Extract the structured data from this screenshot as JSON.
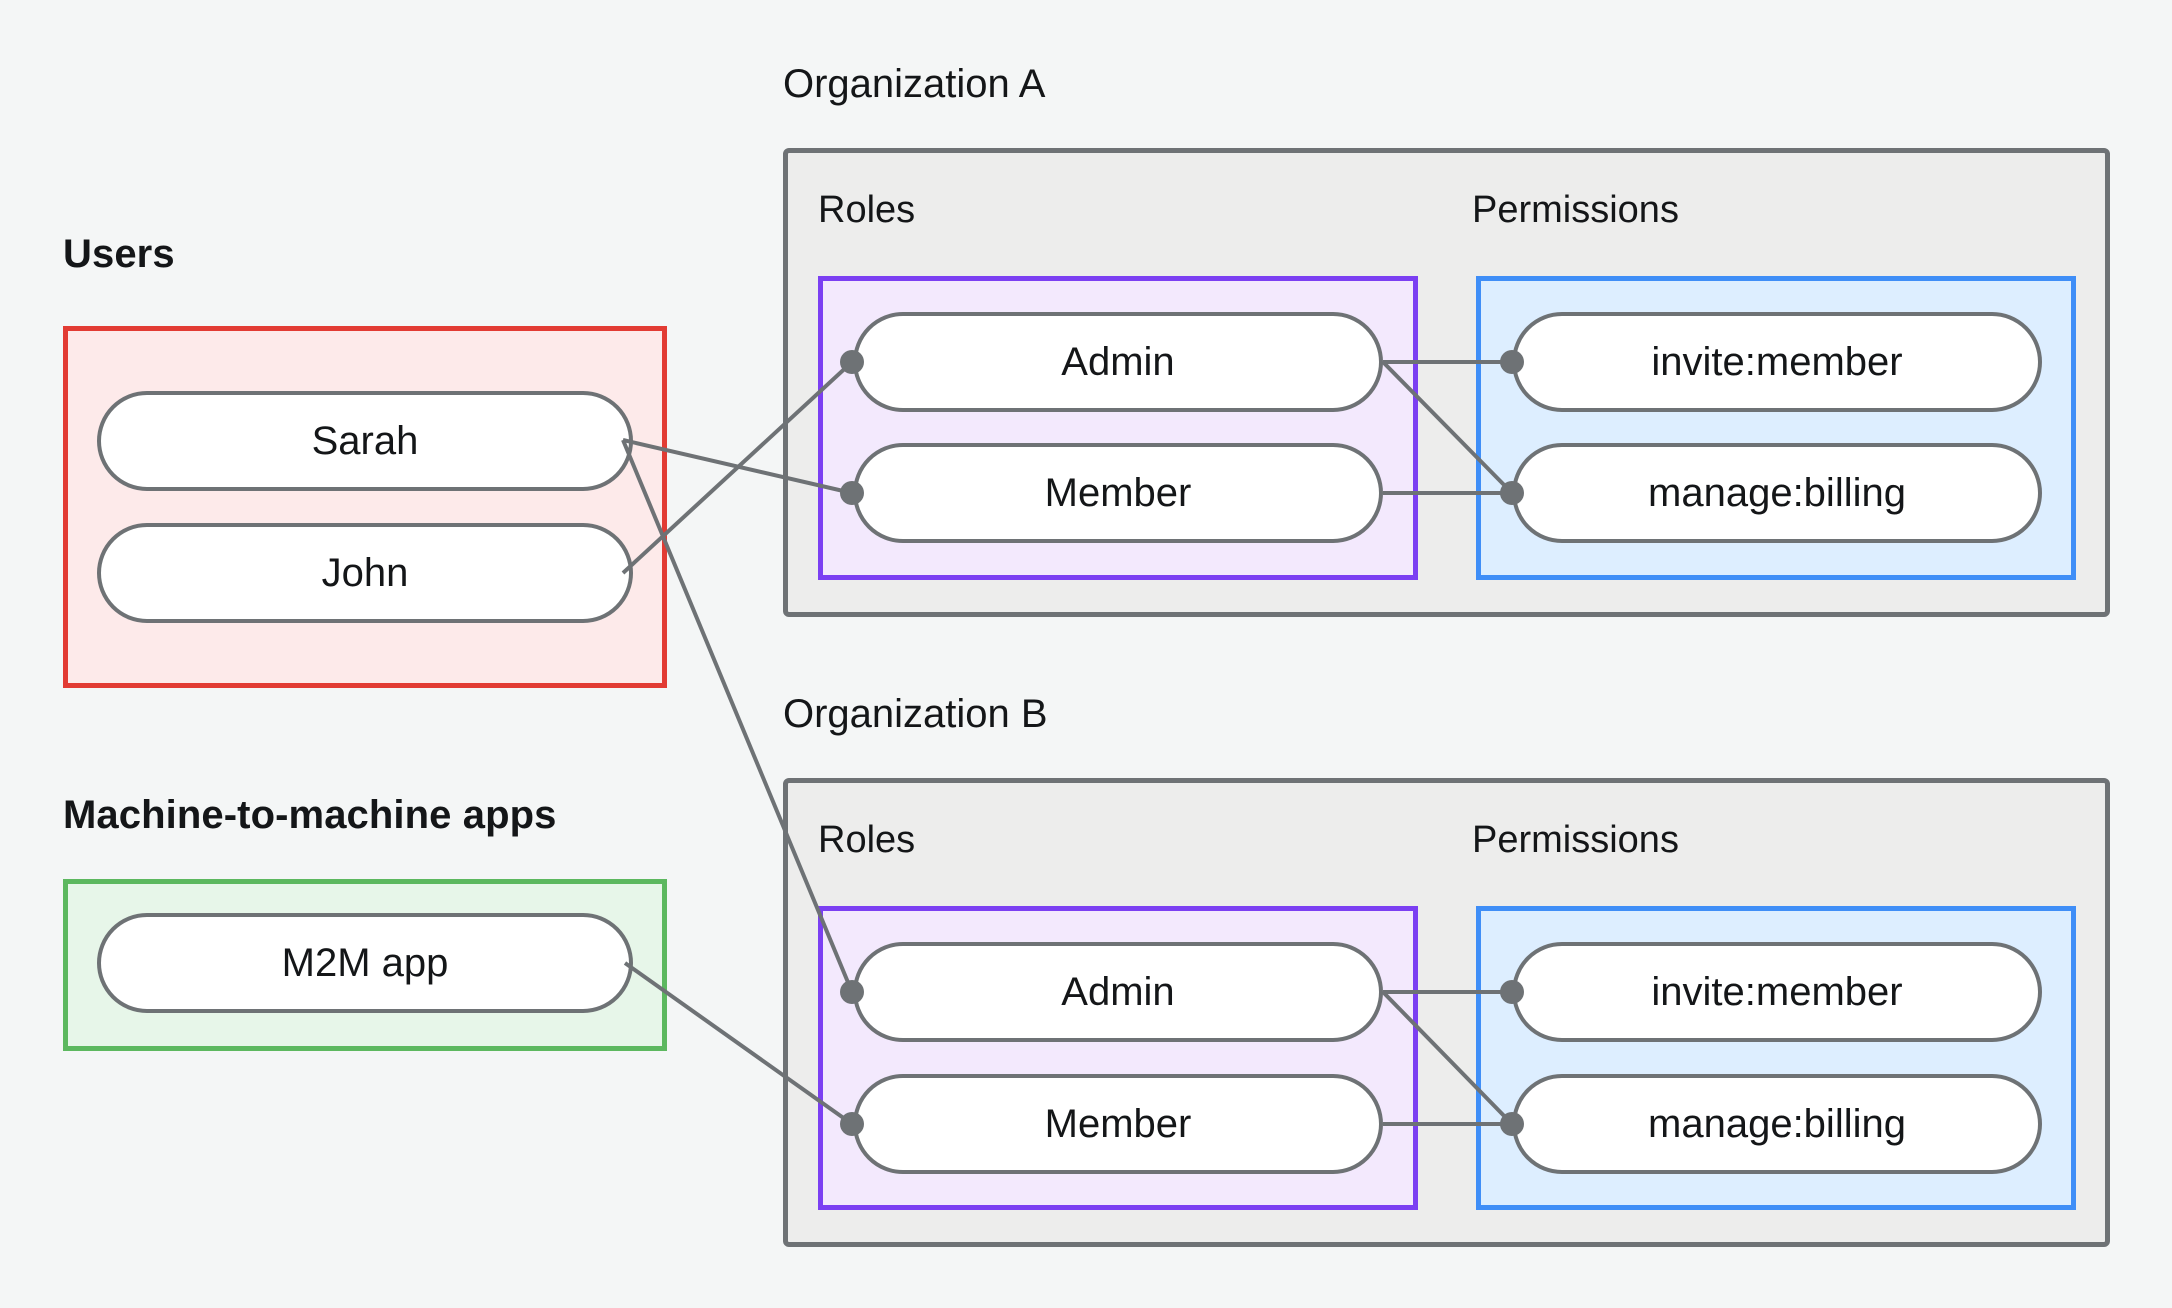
{
  "diagram": {
    "title_users": "Users",
    "title_m2m": "Machine-to-machine apps",
    "label_org_a": "Organization A",
    "label_org_b": "Organization B",
    "label_roles": "Roles",
    "label_permissions": "Permissions",
    "colors": {
      "background": "#f4f6f6",
      "users_border": "#e23b33",
      "users_fill": "#fdeaea",
      "m2m_border": "#5cb85f",
      "m2m_fill": "#e7f6e9",
      "org_border": "#6e7275",
      "org_fill": "#ededec",
      "roles_border": "#7b3ff2",
      "roles_fill": "#f3e9fd",
      "perms_border": "#3f8ef7",
      "perms_fill": "#ddeeff",
      "node_border": "#6e7275",
      "node_fill": "#ffffff",
      "edge": "#6e7275",
      "text": "#141618"
    },
    "nodes": {
      "user_sarah": "Sarah",
      "user_john": "John",
      "m2m_app": "M2M app",
      "org_a_role_admin": "Admin",
      "org_a_role_member": "Member",
      "org_a_perm_invite": "invite:member",
      "org_a_perm_billing": "manage:billing",
      "org_b_role_admin": "Admin",
      "org_b_role_member": "Member",
      "org_b_perm_invite": "invite:member",
      "org_b_perm_billing": "manage:billing"
    },
    "edges": [
      {
        "from": "Sarah",
        "to": "Organization A / Member"
      },
      {
        "from": "Sarah",
        "to": "Organization B / Admin"
      },
      {
        "from": "John",
        "to": "Organization A / Admin"
      },
      {
        "from": "M2M app",
        "to": "Organization B / Member"
      },
      {
        "from": "Organization A / Admin",
        "to": "Organization A / invite:member"
      },
      {
        "from": "Organization A / Admin",
        "to": "Organization A / manage:billing"
      },
      {
        "from": "Organization A / Member",
        "to": "Organization A / manage:billing"
      },
      {
        "from": "Organization B / Admin",
        "to": "Organization B / invite:member"
      },
      {
        "from": "Organization B / Admin",
        "to": "Organization B / manage:billing"
      },
      {
        "from": "Organization B / Member",
        "to": "Organization B / manage:billing"
      }
    ]
  }
}
